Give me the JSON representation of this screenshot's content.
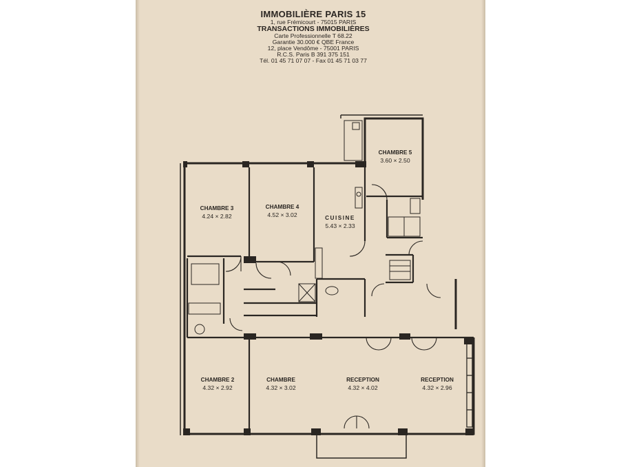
{
  "header": {
    "company": "IMMOBILIÈRE PARIS 15",
    "address": "1, rue Frémicourt - 75015 PARIS",
    "activity": "TRANSACTIONS IMMOBILIÈRES",
    "card": "Carte Professionnelle T 68.22",
    "guarantee": "Garantie 30.000 € QBE France",
    "hq": "12, place Vendôme - 75001 PARIS",
    "rcs": "R.C.S. Paris B 391 375 151",
    "phone": "Tél. 01 45 71 07 07 - Fax 01 45 71 03 77"
  },
  "rooms": [
    {
      "name": "CHAMBRE 5",
      "dims": "3.60 × 2.50"
    },
    {
      "name": "CHAMBRE 3",
      "dims": "4.24 × 2.82"
    },
    {
      "name": "CHAMBRE 4",
      "dims": "4.52 × 3.02"
    },
    {
      "name": "CUISINE",
      "dims": "5.43 × 2.33"
    },
    {
      "name": "CHAMBRE 2",
      "dims": "4.32 × 2.92"
    },
    {
      "name": "CHAMBRE",
      "dims": "4.32 × 3.02"
    },
    {
      "name": "RECEPTION",
      "dims": "4.32 × 4.02"
    },
    {
      "name": "RECEPTION",
      "dims": "4.32 × 2.96"
    }
  ],
  "colors": {
    "paper": "#e9dcc8",
    "ink": "#2a2622",
    "background": "#ffffff"
  }
}
